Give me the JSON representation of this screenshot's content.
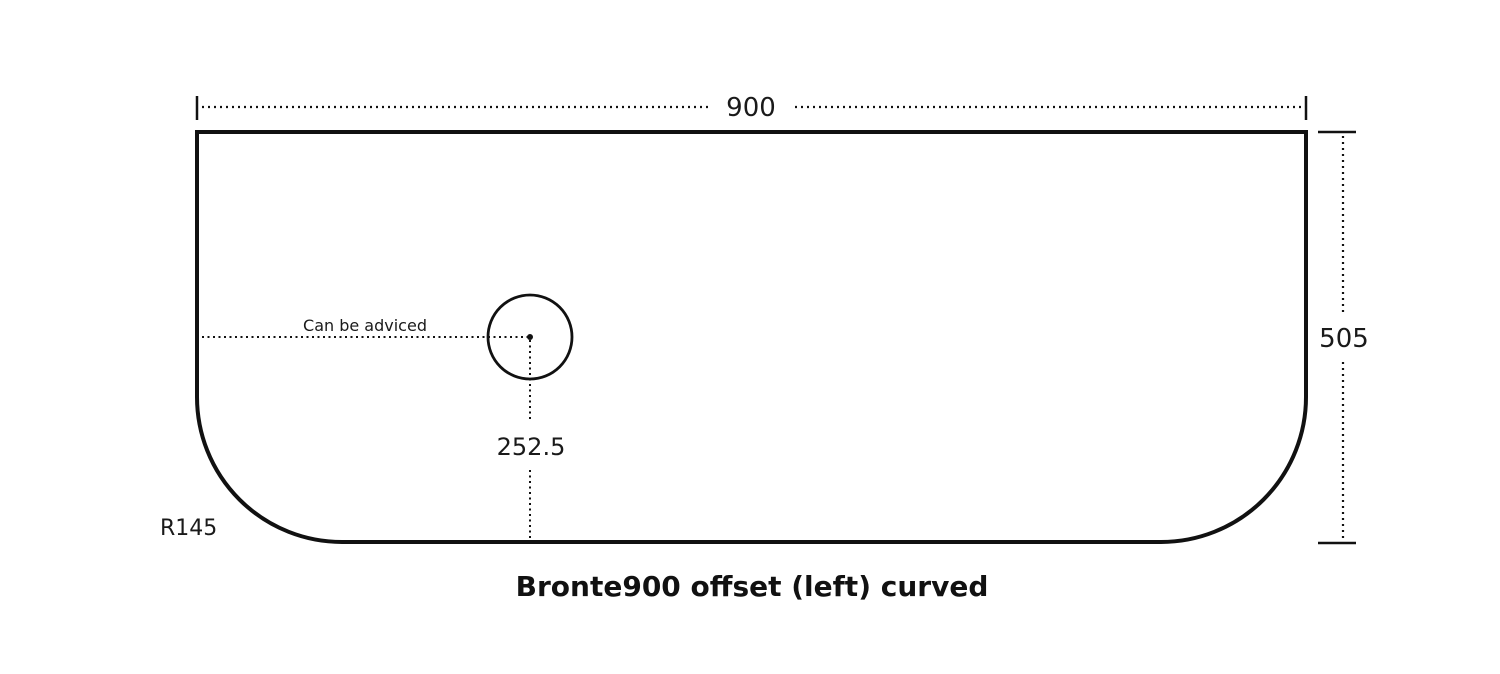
{
  "drawing": {
    "title": "Bronte900 offset (left) curved",
    "width_label": "900",
    "height_label": "505",
    "radius_label": "R145",
    "hole_offset_label": "252.5",
    "hole_position_note": "Can be adviced",
    "colors": {
      "outline": "#111111",
      "dimension": "#1a1a1a",
      "background": "#ffffff"
    }
  }
}
